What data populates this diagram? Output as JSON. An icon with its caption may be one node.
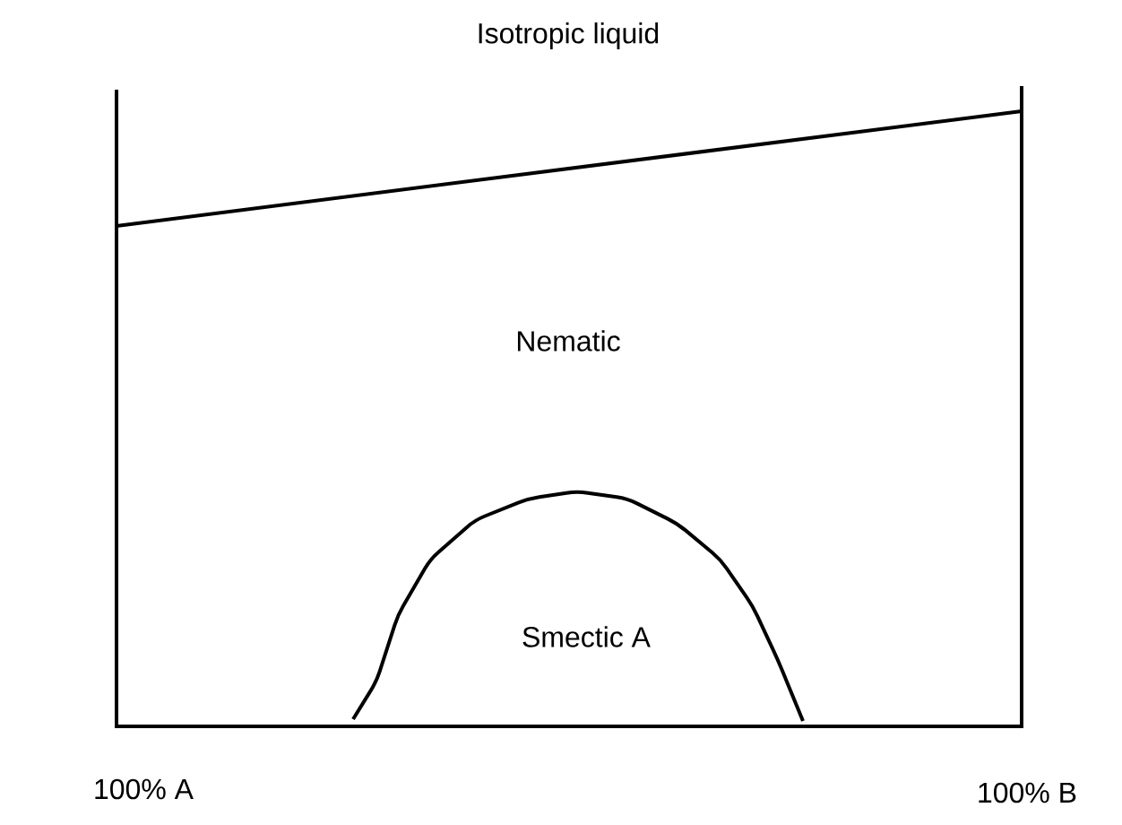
{
  "diagram": {
    "labels": [
      "Isotropic liquid",
      "Nematic",
      "Smectic A",
      "100% A",
      "100% B"
    ]
  }
}
